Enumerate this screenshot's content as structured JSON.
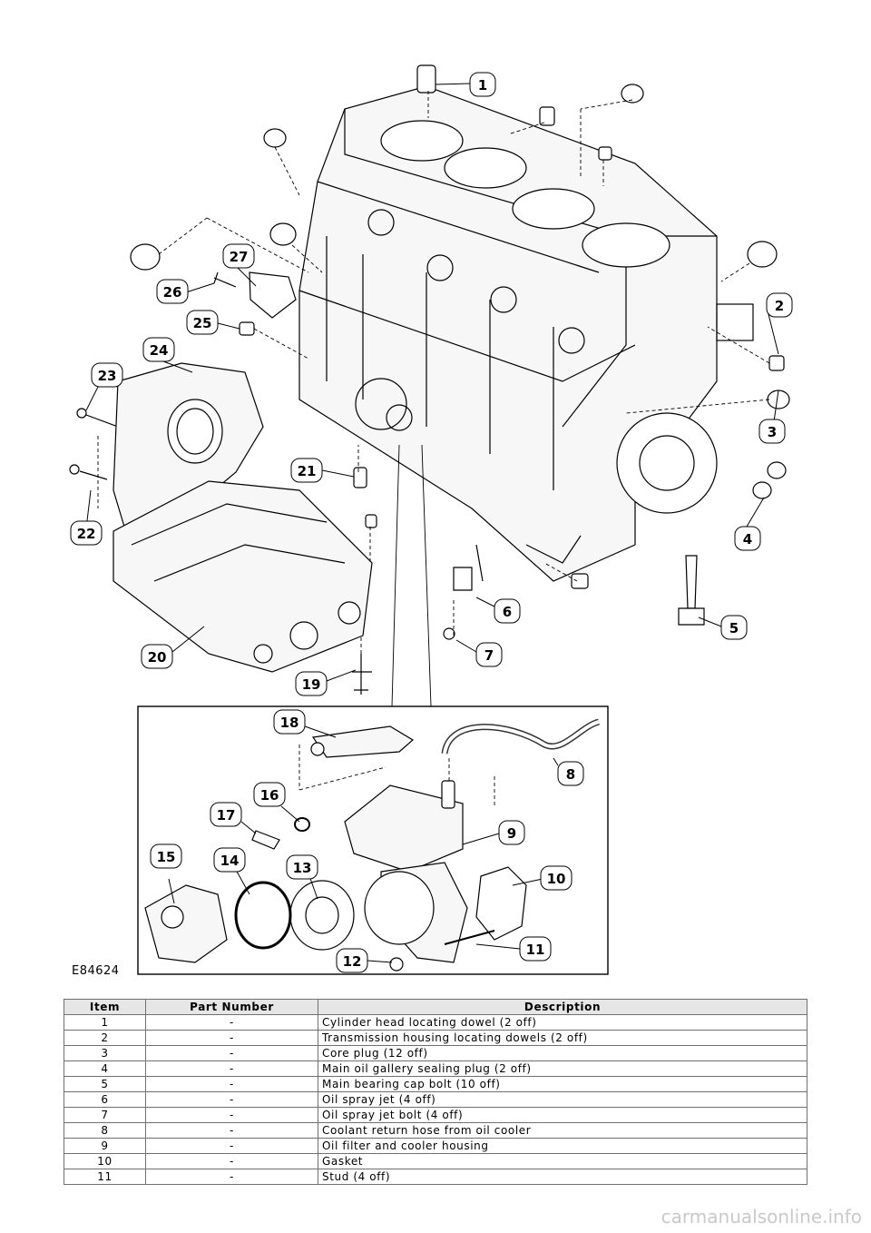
{
  "figure": {
    "code": "E84624",
    "callouts": [
      "1",
      "2",
      "3",
      "4",
      "5",
      "6",
      "7",
      "8",
      "9",
      "10",
      "11",
      "12",
      "13",
      "14",
      "15",
      "16",
      "17",
      "18",
      "19",
      "20",
      "21",
      "22",
      "23",
      "24",
      "25",
      "26",
      "27"
    ]
  },
  "table": {
    "headers": {
      "item": "Item",
      "part_number": "Part Number",
      "description": "Description"
    },
    "rows": [
      {
        "item": "1",
        "part_number": "-",
        "description": "Cylinder head locating dowel (2 off)"
      },
      {
        "item": "2",
        "part_number": "-",
        "description": "Transmission housing locating dowels (2 off)"
      },
      {
        "item": "3",
        "part_number": "-",
        "description": "Core plug (12 off)"
      },
      {
        "item": "4",
        "part_number": "-",
        "description": "Main oil gallery sealing plug (2 off)"
      },
      {
        "item": "5",
        "part_number": "-",
        "description": "Main bearing cap bolt (10 off)"
      },
      {
        "item": "6",
        "part_number": "-",
        "description": "Oil spray jet (4 off)"
      },
      {
        "item": "7",
        "part_number": "-",
        "description": "Oil spray jet bolt (4 off)"
      },
      {
        "item": "8",
        "part_number": "-",
        "description": "Coolant return hose from oil cooler"
      },
      {
        "item": "9",
        "part_number": "-",
        "description": "Oil filter and cooler housing"
      },
      {
        "item": "10",
        "part_number": "-",
        "description": "Gasket"
      },
      {
        "item": "11",
        "part_number": "-",
        "description": "Stud (4 off)"
      }
    ]
  },
  "watermark": "carmanualsonline.info"
}
